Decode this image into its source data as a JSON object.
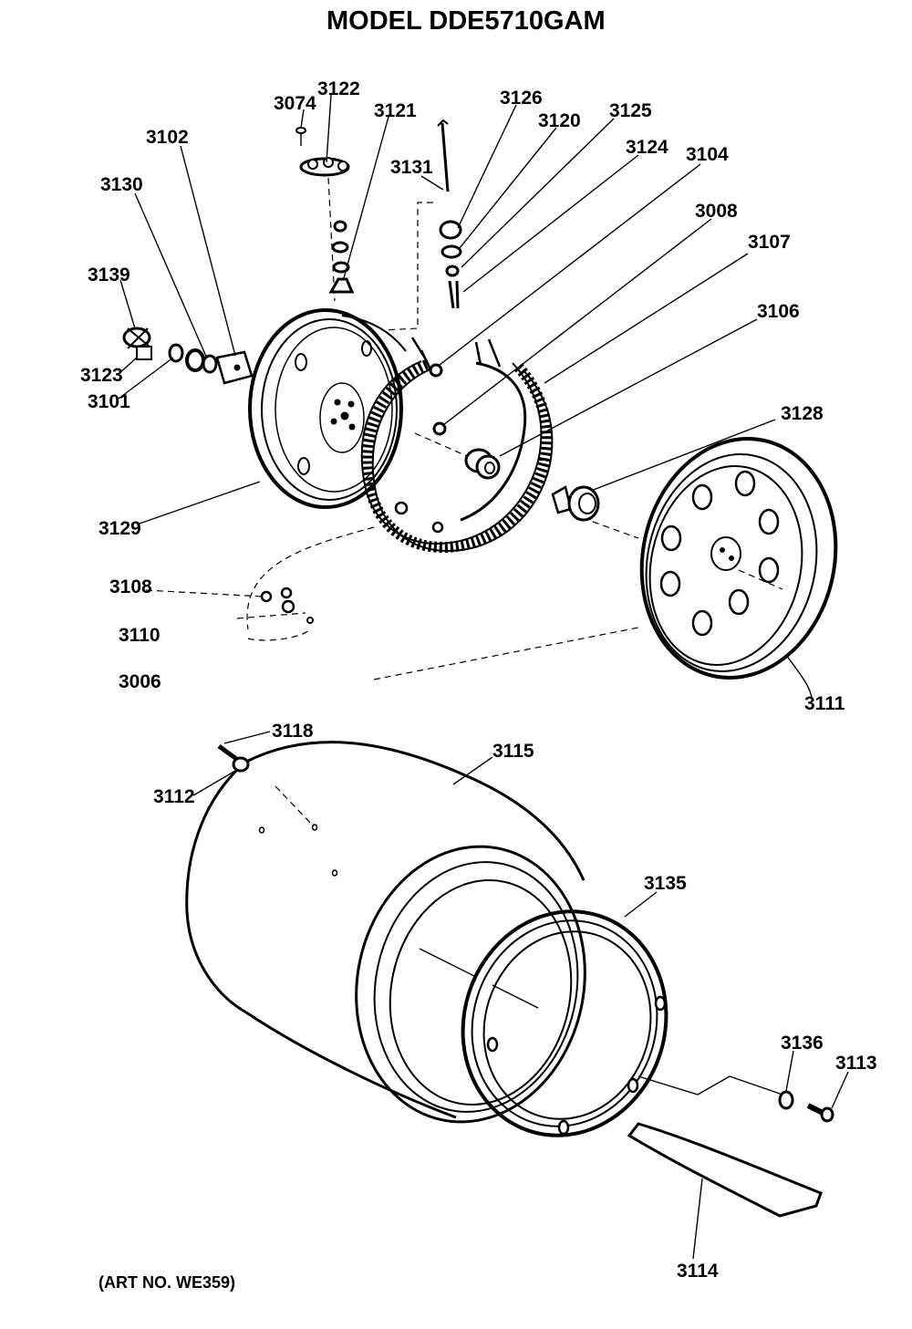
{
  "title": "MODEL DDE5710GAM",
  "art_no": "(ART NO. WE359)",
  "labels": {
    "p3074": "3074",
    "p3122": "3122",
    "p3121": "3121",
    "p3126": "3126",
    "p3120": "3120",
    "p3125": "3125",
    "p3124": "3124",
    "p3104": "3104",
    "p3102": "3102",
    "p3131": "3131",
    "p3130": "3130",
    "p3008": "3008",
    "p3107": "3107",
    "p3139": "3139",
    "p3106": "3106",
    "p3123": "3123",
    "p3101": "3101",
    "p3128": "3128",
    "p3129": "3129",
    "p3108": "3108",
    "p3110": "3110",
    "p3006": "3006",
    "p3111": "3111",
    "p3118": "3118",
    "p3115": "3115",
    "p3112": "3112",
    "p3135": "3135",
    "p3136": "3136",
    "p3113": "3113",
    "p3114": "3114"
  }
}
